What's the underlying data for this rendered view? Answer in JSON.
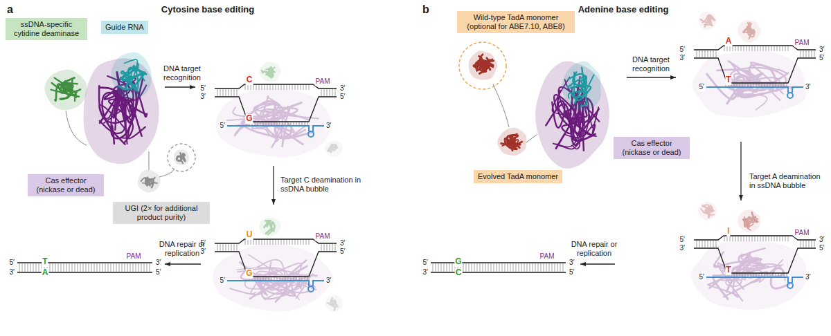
{
  "diagram": {
    "nodes": [
      {
        "text": [
          "ssDNA-specific cytidine deaminase"
        ]
      },
      {
        "text": [
          "Guide RNA"
        ]
      },
      {
        "text": [
          "Cas effector (nickase or dead)"
        ]
      },
      {
        "text": [
          "UGI (2× for additional product purity)"
        ]
      },
      {
        "text": [
          "Wild-type TadA monomer (optional for ABE7.10, ABE8)"
        ]
      },
      {
        "text": [
          "Evolved TadA monomer"
        ]
      },
      {
        "text": [
          "Cas effector (nickase or dead)"
        ]
      }
    ],
    "labels": [
      "a",
      "Cytosine base editing",
      "DNA target recognition",
      "5′",
      "3′",
      "C",
      "PAM",
      "3′",
      "5′",
      "G",
      "5′",
      "3′",
      "Target C deamination in ssDNA bubble",
      "5′",
      "3′",
      "U",
      "PAM",
      "3′",
      "5′",
      "G",
      "5′",
      "3′",
      "DNA repair or replication",
      "5′",
      "3′",
      "T",
      "A",
      "PAM",
      "3′",
      "5′",
      "b",
      "Adenine base editing",
      "DNA target recognition",
      "5′",
      "3′",
      "A",
      "PAM",
      "3′",
      "5′",
      "T",
      "5′",
      "3′",
      "Target A deamination in ssDNA bubble",
      "5′",
      "3′",
      "I",
      "PAM",
      "3′",
      "5′",
      "T",
      "5′",
      "3′",
      "DNA repair or replication",
      "5′",
      "3′",
      "G",
      "C",
      "PAM",
      "3′",
      "5′"
    ]
  }
}
